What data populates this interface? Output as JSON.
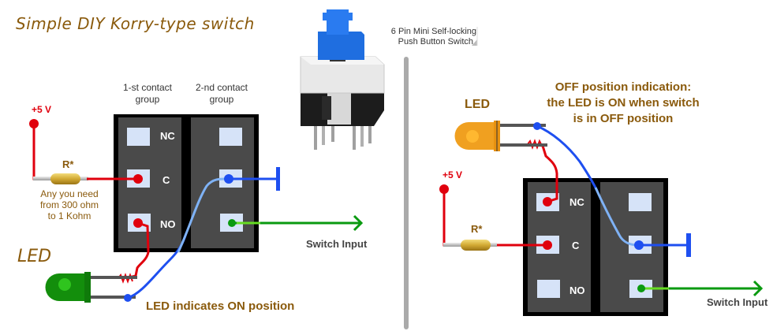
{
  "title": "Simple DIY Korry-type switch",
  "product_caption": [
    "6 Pin Mini Self-locking",
    "Push Button Switch"
  ],
  "colors": {
    "label_brown": "#8a5a0c",
    "wire_red": "#e0000d",
    "wire_blue": "#1e4ff0",
    "wire_light_blue": "#7fb2f5",
    "wire_green": "#0a9a10",
    "switch_body": "#4a4a4a",
    "contact_pad": "#d6e3f8",
    "led_green": "#1a9a10",
    "led_orange": "#f0a020",
    "divider": "#aaaaaa"
  },
  "left_diagram": {
    "group1_label": [
      "1-st contact",
      "group"
    ],
    "group2_label": [
      "2-nd contact",
      "group"
    ],
    "supply_label": "+5 V",
    "resistor_label": "R*",
    "resistor_note": [
      "Any you need",
      "from 300 ohm",
      "to 1 Kohm"
    ],
    "pins": [
      "NC",
      "C",
      "NO"
    ],
    "output_label": "Switch Input",
    "led_label": "LED",
    "caption": "LED  indicates ON position"
  },
  "right_diagram": {
    "heading": [
      "OFF position indication:",
      "the LED is ON  when  switch",
      "is in OFF position"
    ],
    "led_label": "LED",
    "supply_label": "+5 V",
    "resistor_label": "R*",
    "pins": [
      "NC",
      "C",
      "NO"
    ],
    "output_label": "Switch Input"
  }
}
